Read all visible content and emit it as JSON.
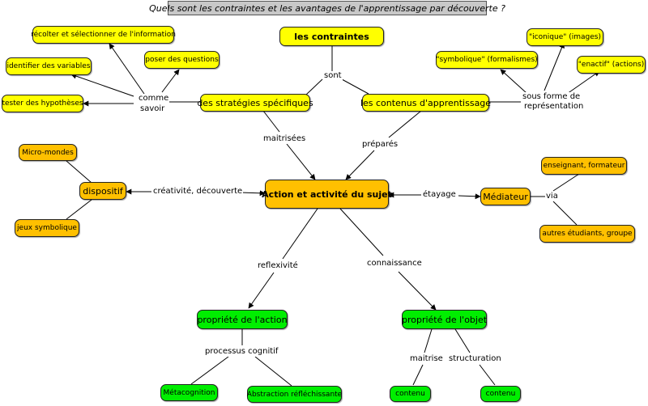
{
  "title": "Quels sont les contraintes et les avantages de l'apprentissage par découverte ?",
  "nodes": {
    "contraintes": "les contraintes",
    "strategies": "des stratégies spécifiques",
    "contenus": "les contenus d'apprentissage",
    "recolter": "récolter et sélectionner de l'information",
    "poser": "poser des questions",
    "identifier": "identifier des variables",
    "tester": "tester des hypothèses",
    "symbolique": "\"symbolique\" (formalismes)",
    "iconique": "\"iconique\" (images)",
    "enactif": "\"enactif\" (actions)",
    "action": "Action et activité du sujet",
    "dispositif": "dispositif",
    "micromondes": "Micro-mondes",
    "jeux": "jeux symbolique",
    "mediateur": "Médiateur",
    "enseignant": "enseignant, formateur",
    "autres": "autres étudiants, groupe",
    "prop_action": "propriété de l'action",
    "prop_objet": "propriété de l'objet",
    "metacognition": "Métacognition",
    "abstraction": "Abstraction réfléchissante",
    "contenu1": "contenu",
    "contenu2": "contenu"
  },
  "links": {
    "sont": "sont",
    "comme": "comme",
    "savoir": "savoir",
    "sous_forme": "sous forme de",
    "representation": "représentation",
    "maitrisees": "maitrisées",
    "prepares": "préparés",
    "creativite": "créativité, découverte",
    "etayage": "étayage",
    "via": "via",
    "reflexivite": "reflexivité",
    "connaissance": "connaissance",
    "processus": "processus cognitif",
    "maitrise": "maitrise",
    "structuration": "structuration"
  }
}
